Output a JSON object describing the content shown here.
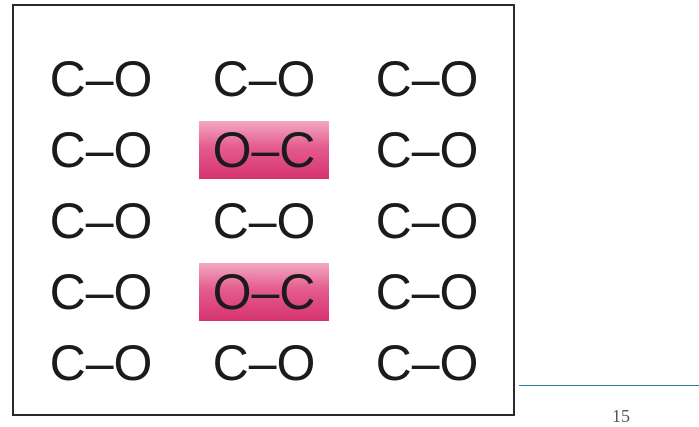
{
  "figure": {
    "rows": [
      {
        "cells": [
          {
            "text": "C–O",
            "highlighted": false
          },
          {
            "text": "C–O",
            "highlighted": false
          },
          {
            "text": "C–O",
            "highlighted": false
          }
        ]
      },
      {
        "cells": [
          {
            "text": "C–O",
            "highlighted": false
          },
          {
            "text": "O–C",
            "highlighted": true
          },
          {
            "text": "C–O",
            "highlighted": false
          }
        ]
      },
      {
        "cells": [
          {
            "text": "C–O",
            "highlighted": false
          },
          {
            "text": "C–O",
            "highlighted": false
          },
          {
            "text": "C–O",
            "highlighted": false
          }
        ]
      },
      {
        "cells": [
          {
            "text": "C–O",
            "highlighted": false
          },
          {
            "text": "O–C",
            "highlighted": true
          },
          {
            "text": "C–O",
            "highlighted": false
          }
        ]
      },
      {
        "cells": [
          {
            "text": "C–O",
            "highlighted": false
          },
          {
            "text": "C–O",
            "highlighted": false
          },
          {
            "text": "C–O",
            "highlighted": false
          }
        ]
      }
    ],
    "highlight_color": "#e45c8d",
    "text_color": "#1b1b1b",
    "border_color": "#2a2a2a"
  },
  "footer": {
    "page_number": "15",
    "rule_color": "#2f7f9e"
  }
}
